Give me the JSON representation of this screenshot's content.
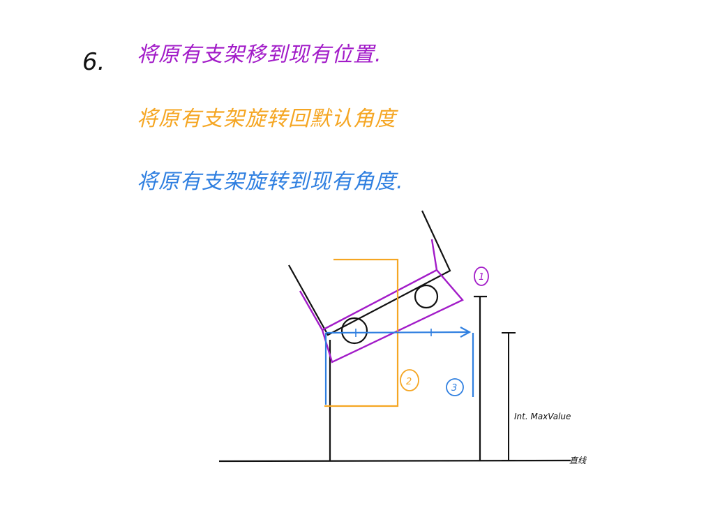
{
  "step": {
    "number": "6."
  },
  "notes": [
    {
      "text": "将原有支架移到现有位置.",
      "color": "#a21bc8"
    },
    {
      "text": "将原有支架旋转回默认角度",
      "color": "#f5a623"
    },
    {
      "text": "将原有支架旋转到现有角度.",
      "color": "#2f7fe0"
    }
  ],
  "labels": {
    "max_value": "Int. MaxValue",
    "baseline": "直线",
    "marker_1": "1",
    "marker_2": "2",
    "marker_3": "3"
  },
  "colors": {
    "ink": "#111111",
    "purple": "#a21bc8",
    "orange": "#f5a623",
    "blue": "#2f7fe0"
  }
}
